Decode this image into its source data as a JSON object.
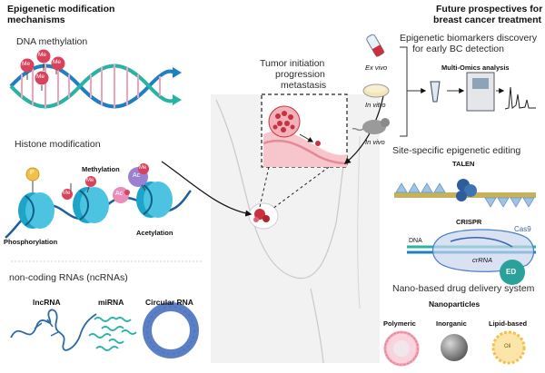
{
  "left": {
    "header_line1": "Epigenetic modification",
    "header_line2": "mechanisms",
    "dna_methylation": "DNA methylation",
    "me_label": "Me",
    "histone_modification": "Histone modification",
    "methylation": "Methylation",
    "p_label": "P",
    "ac_label": "Ac",
    "phosphorylation": "Phosphorylation",
    "acetylation": "Acetylation",
    "ncrna": "non-coding RNAs (ncRNAs)",
    "lncrna": "lncRNA",
    "mirna": "miRNA",
    "circular_rna": "Circular RNA"
  },
  "center": {
    "line1": "Tumor initiation",
    "line2": "progression",
    "line3": "metastasis"
  },
  "right": {
    "header_line1": "Future prospectives for",
    "header_line2": "breast cancer treatment",
    "biomarkers_line1": "Epigenetic biomarkers discovery",
    "biomarkers_line2": "for early BC detection",
    "ex_vivo": "Ex vivo",
    "in_vitro": "In vitro",
    "in_vivo": "In vivo",
    "multi_omics": "Multi-Omics analysis",
    "site_specific": "Site-specific epigenetic editing",
    "talen": "TALEN",
    "crispr": "CRISPR",
    "cas9": "Cas9",
    "dna": "DNA",
    "crrna": "crRNA",
    "ed": "ED",
    "nano_delivery": "Nano-based drug delivery system",
    "nanoparticles": "Nanoparticles",
    "polymeric": "Polymeric",
    "inorganic": "Inorganic",
    "lipid_based": "Lipid-based",
    "oil": "Oil"
  },
  "colors": {
    "dna_blue": "#1f7fc0",
    "dna_teal": "#27b3a6",
    "methyl_red": "#d8425a",
    "nucleosome": "#1da4c9",
    "acetyl_pink": "#e88fb9",
    "acetyl_purple": "#9b7fd0",
    "phospho_yellow": "#f0c24a",
    "tumor_red": "#c9313f",
    "circle_ring": "#5a7fc4",
    "crispr_cas": "#4a7ec7",
    "ed_teal": "#2aa19b",
    "polymeric_pink": "#f4a0b2",
    "inorganic_gray": "#8c8c8c",
    "lipid_yellow": "#f2c04b"
  }
}
